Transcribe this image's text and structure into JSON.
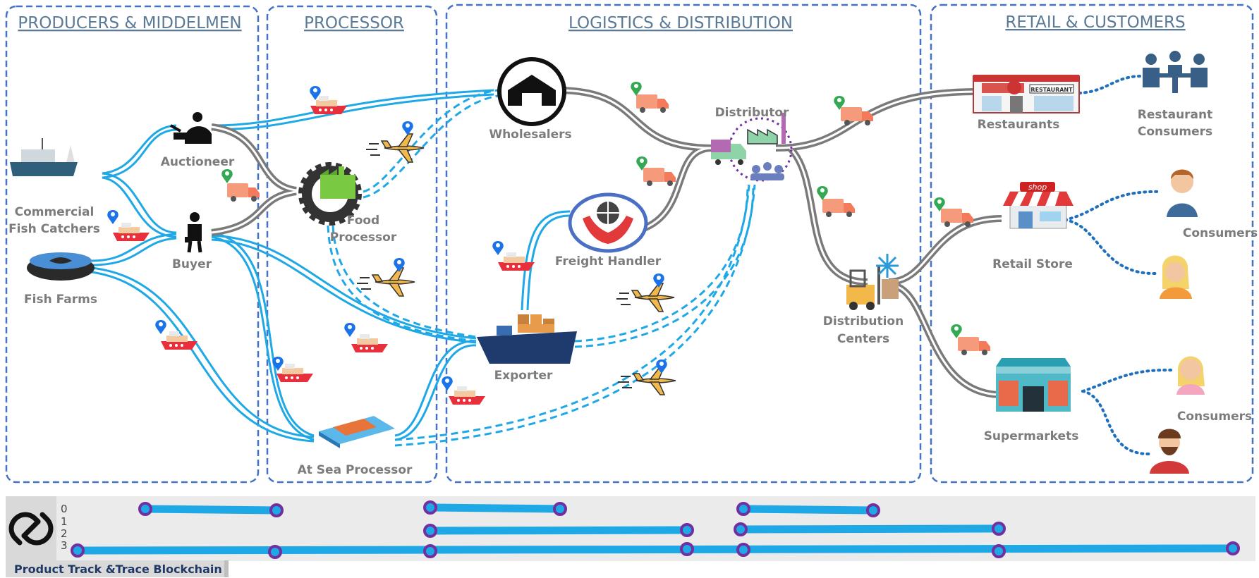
{
  "colors": {
    "section_border": "#4472c4",
    "section_title": "#5a7a98",
    "label": "#7c7c7c",
    "sea_route": "#1fa8e6",
    "road_route": "#7a7a7a",
    "air_route": "#1fa8e6",
    "consumer_link": "#1f6fbf",
    "chain_line": "#1fa8e6",
    "chain_node": "#7030a0",
    "footer_title": "#1f3864"
  },
  "sections": {
    "producers": {
      "title": "PRODUCERS & MIDDELMEN"
    },
    "processor": {
      "title": "PROCESSOR"
    },
    "logistics": {
      "title": "LOGISTICS & DISTRIBUTION"
    },
    "retail": {
      "title": "RETAIL & CUSTOMERS"
    }
  },
  "nodes": {
    "commercial_fish_catchers": {
      "label_line1": "Commercial",
      "label_line2": "Fish Catchers",
      "icon": "fishing-boat-icon"
    },
    "fish_farms": {
      "label": "Fish  Farms",
      "icon": "fish-farm-icon"
    },
    "auctioneer": {
      "label": "Auctioneer",
      "icon": "auctioneer-icon"
    },
    "buyer": {
      "label": "Buyer",
      "icon": "buyer-icon"
    },
    "food_processor": {
      "label_line1": "Food",
      "label_line2": "Processor",
      "icon": "factory-gear-icon"
    },
    "at_sea_processor": {
      "label": "At Sea Processor",
      "icon": "processing-ship-icon"
    },
    "wholesalers": {
      "label": "Wholesalers",
      "icon": "warehouse-icon"
    },
    "distributor": {
      "label": "Distributor",
      "icon": "distributor-icon"
    },
    "freight_handler": {
      "label": "Freight Handler",
      "icon": "freight-globe-icon"
    },
    "exporter": {
      "label": "Exporter",
      "icon": "cargo-ship-icon"
    },
    "distribution_centers": {
      "label_line1": "Distribution",
      "label_line2": "Centers",
      "icon": "forklift-cold-icon"
    },
    "restaurants": {
      "label": "Restaurants",
      "icon": "restaurant-icon"
    },
    "restaurant_consumers": {
      "label_line1": "Restaurant",
      "label_line2": "Consumers",
      "icon": "diners-icon"
    },
    "retail_store": {
      "label": "Retail Store",
      "icon": "shop-icon",
      "sign": "shop"
    },
    "supermarkets": {
      "label": "Supermarkets",
      "icon": "supermarket-icon"
    },
    "consumers_top": {
      "label": "Consumers",
      "icon": "consumer-icon"
    },
    "consumers_bottom": {
      "label": "Consumers",
      "icon": "consumer-icon"
    },
    "restaurant_sign": "RESTAURANT"
  },
  "blockchain": {
    "title": "Product Track &Trace Blockchain",
    "icon": "chain-link-icon",
    "row_labels": [
      "0",
      "1",
      "2",
      "3"
    ]
  }
}
